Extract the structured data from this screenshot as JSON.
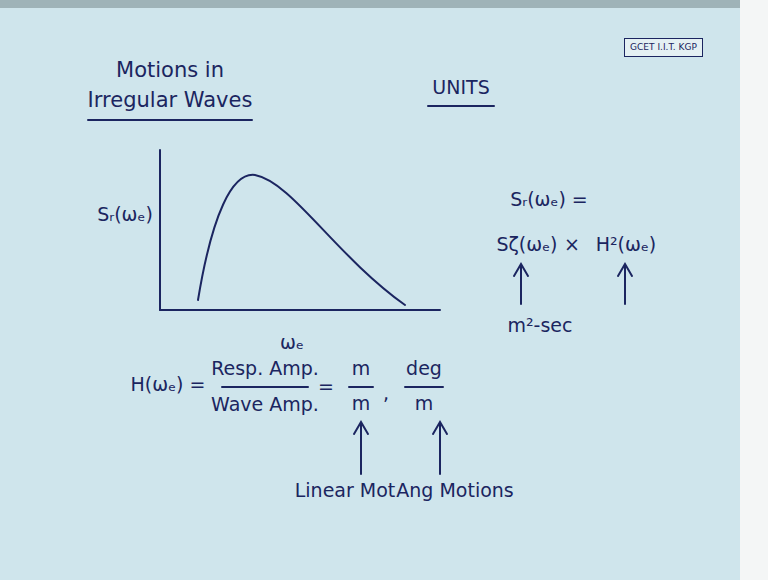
{
  "diagram": {
    "title": "Motions in Irregular Waves",
    "nodes": [
      {
        "text": [
          "GCET I.I.T. KGP"
        ]
      }
    ],
    "labels": [
      "UNITS",
      "Sᵣ(ωₑ)",
      "ωₑ",
      "Sᵣ(ωₑ) =",
      "Sζ(ωₑ)",
      "×",
      "H²(ωₑ)",
      "m²-sec",
      "H(ωₑ) =",
      "Resp. Amp.",
      "Wave Amp.",
      "=",
      "m",
      "m",
      ",",
      "deg",
      "m",
      "Linear Mot",
      "Ang Motions"
    ]
  }
}
